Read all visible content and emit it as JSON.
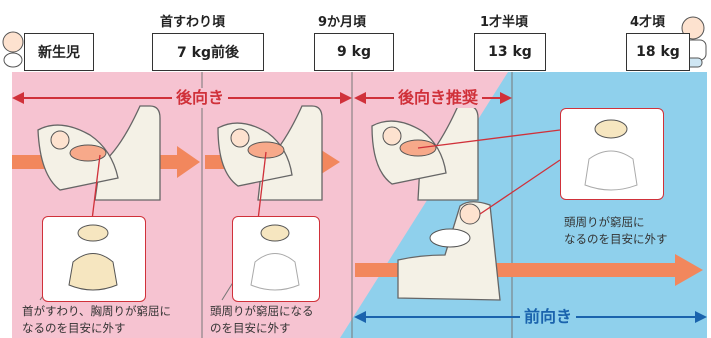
{
  "stages": {
    "newborn": "新生児",
    "neck": "首すわり頃",
    "nine_months": "9か月頃",
    "one_half": "1才半頃",
    "four": "4才頃"
  },
  "weights": {
    "w7": "7 kg前後",
    "w9": "9 kg",
    "w13": "13 kg",
    "w18": "18 kg"
  },
  "directions": {
    "rear": "後向き",
    "rear_recommended": "後向き推奨",
    "forward": "前向き"
  },
  "notes": {
    "left_line1": "首がすわり、胸周りが窮屈に",
    "left_line2": "なるのを目安に外す",
    "mid_line1": "頭周りが窮屈になる",
    "mid_line2": "のを目安に外す",
    "right_line1": "頭周りが窮屈に",
    "right_line2": "なるのを目安に外す"
  },
  "colors": {
    "rear_bg": "#f6c3d1",
    "forward_bg": "#8fd0ec",
    "rear_arrow": "#d0313a",
    "forward_arrow": "#1a63ad",
    "progress_arrow": "#f2875d"
  }
}
